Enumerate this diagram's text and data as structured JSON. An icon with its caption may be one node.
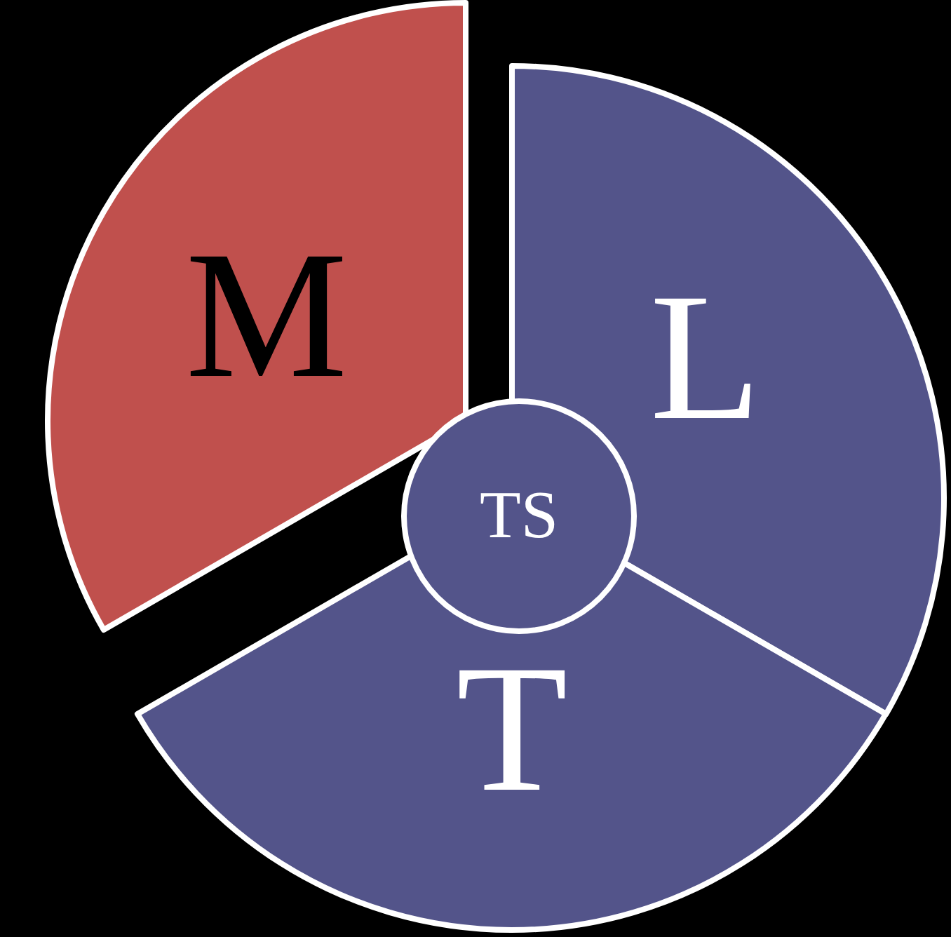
{
  "diagram": {
    "nodes": [
      {
        "text": [
          "M"
        ]
      },
      {
        "text": [
          "L"
        ]
      },
      {
        "text": [
          "T"
        ]
      },
      {
        "text": [
          "TS"
        ]
      }
    ]
  }
}
